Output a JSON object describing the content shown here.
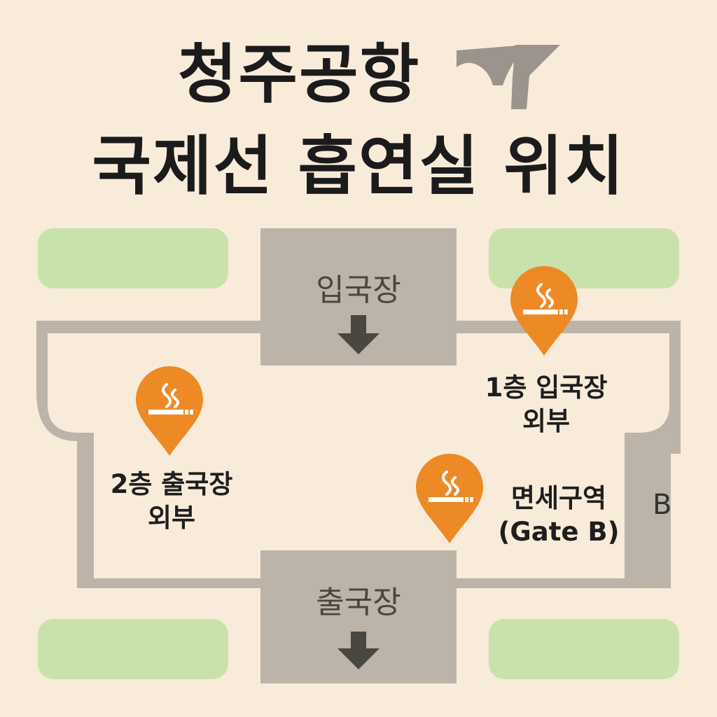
{
  "title": {
    "line1": "청주공항",
    "line2": "국제선 흡연실 위치"
  },
  "logo": {
    "icon": "airport-logo-icon",
    "color": "#9b948c"
  },
  "zones": {
    "arrivals": {
      "label": "입국장",
      "arrow": "arrow-down-icon"
    },
    "departures": {
      "label": "출국장",
      "arrow": "arrow-down-icon"
    }
  },
  "smoking_areas": [
    {
      "icon": "smoking-pin-icon",
      "line1": "2층 출국장",
      "line2": "외부"
    },
    {
      "icon": "smoking-pin-icon",
      "line1": "1층 입국장",
      "line2": "외부"
    },
    {
      "icon": "smoking-pin-icon",
      "line1": "면세구역",
      "line2": "(Gate B)"
    }
  ],
  "gate_label": "B",
  "colors": {
    "background": "#f9ebda",
    "green_area": "#c9e2ab",
    "building_outline": "#bdb4aa",
    "zone_block": "#bcb3a9",
    "pin": "#ed8a25",
    "arrow": "#4a4640"
  }
}
